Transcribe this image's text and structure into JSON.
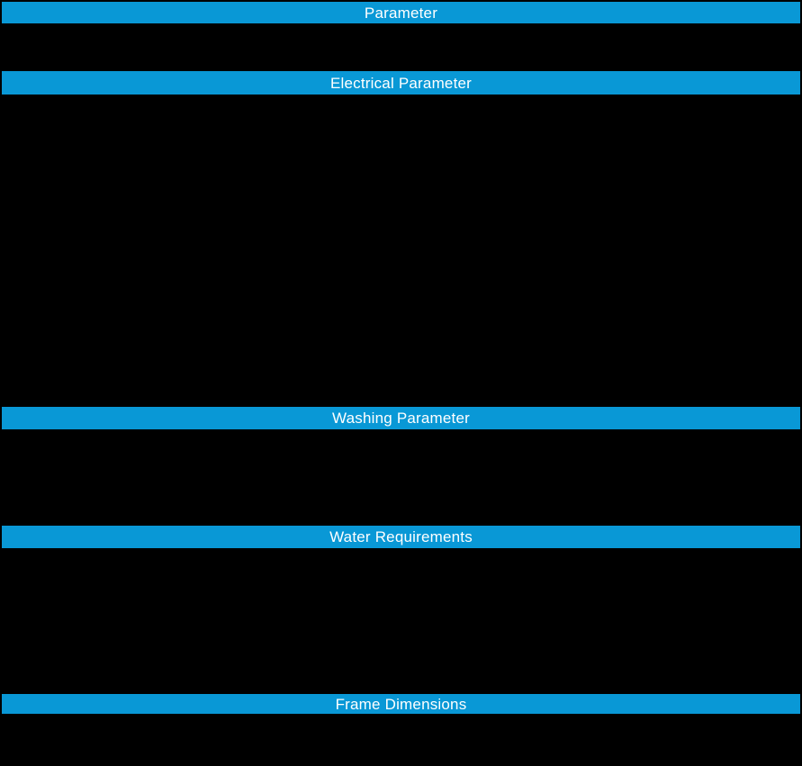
{
  "document": {
    "type": "specification-table",
    "background_color": "#000000"
  },
  "colors": {
    "section_header_bg": "#0998D6",
    "section_header_text": "#FFFFFF",
    "body_bg": "#000000"
  },
  "sections": [
    {
      "id": "parameter",
      "label": "Parameter"
    },
    {
      "id": "electrical-parameter",
      "label": "Electrical Parameter"
    },
    {
      "id": "washing-parameter",
      "label": "Washing Parameter"
    },
    {
      "id": "water-requirements",
      "label": "Water Requirements"
    },
    {
      "id": "frame-dimensions",
      "label": "Frame Dimensions"
    }
  ]
}
